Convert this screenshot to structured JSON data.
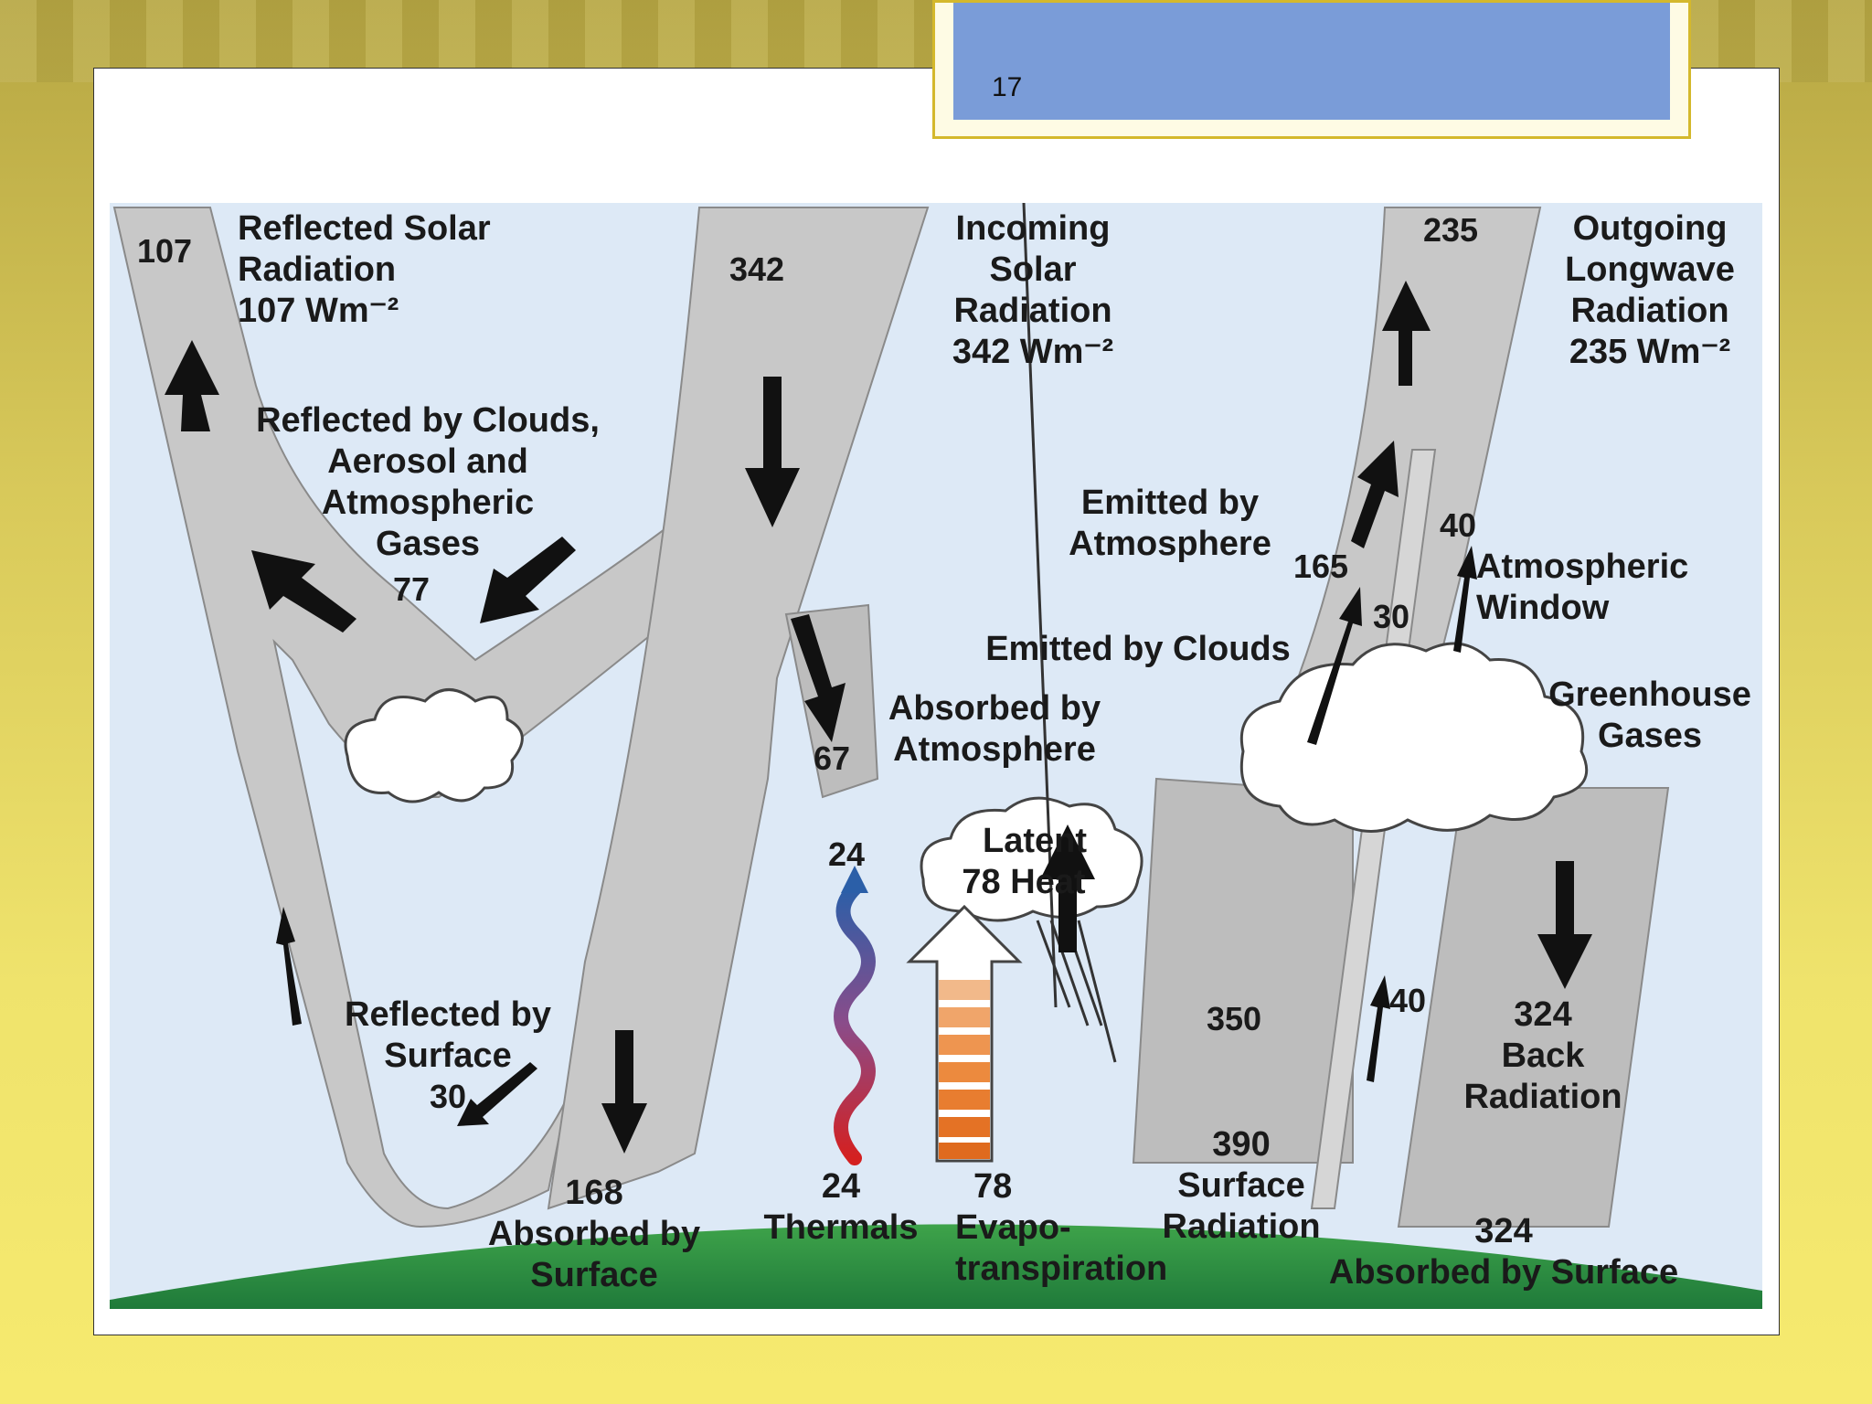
{
  "slide_number": "17",
  "diagram": {
    "reflected_solar": {
      "value": "107",
      "title_lines": [
        "Reflected Solar",
        "Radiation",
        "107 Wm⁻²"
      ]
    },
    "incoming_solar": {
      "value": "342",
      "title_lines": [
        "Incoming",
        "Solar",
        "Radiation",
        "342 Wm⁻²"
      ]
    },
    "outgoing_longwave": {
      "value": "235",
      "title_lines": [
        "Outgoing",
        "Longwave",
        "Radiation",
        "235 Wm⁻²"
      ]
    },
    "reflected_by_clouds": {
      "lines": [
        "Reflected by Clouds,",
        "Aerosol and",
        "Atmospheric",
        "Gases"
      ],
      "value": "77"
    },
    "absorbed_by_atmosphere": {
      "value": "67",
      "lines": [
        "Absorbed by",
        "Atmosphere"
      ]
    },
    "emitted_by_atmosphere": {
      "lines": [
        "Emitted by",
        "Atmosphere"
      ],
      "value": "165"
    },
    "emitted_by_clouds": {
      "label": "Emitted by Clouds",
      "value": "30"
    },
    "atmospheric_window": {
      "value": "40",
      "lines": [
        "Atmospheric",
        "Window"
      ]
    },
    "greenhouse_gases": {
      "lines": [
        "Greenhouse",
        "Gases"
      ]
    },
    "latent_heat": {
      "lines": [
        "Latent",
        "78 Heat"
      ]
    },
    "thermals_top": "24",
    "reflected_by_surface": {
      "lines": [
        "Reflected by",
        "Surface",
        "30"
      ]
    },
    "surface_up": "350",
    "window_low": "40",
    "back_radiation": {
      "lines": [
        "324",
        "Back",
        "Radiation"
      ]
    },
    "absorbed_by_surface_168": {
      "lines": [
        "168",
        "Absorbed by",
        "Surface"
      ]
    },
    "thermals": {
      "lines": [
        "24",
        "Thermals"
      ]
    },
    "evapotranspiration": {
      "lines": [
        "78",
        "Evapo-",
        "transpiration"
      ]
    },
    "surface_radiation": {
      "lines": [
        "390",
        "Surface",
        "Radiation"
      ]
    },
    "absorbed_by_surface_324": {
      "lines": [
        "324",
        "Absorbed by Surface"
      ]
    }
  }
}
